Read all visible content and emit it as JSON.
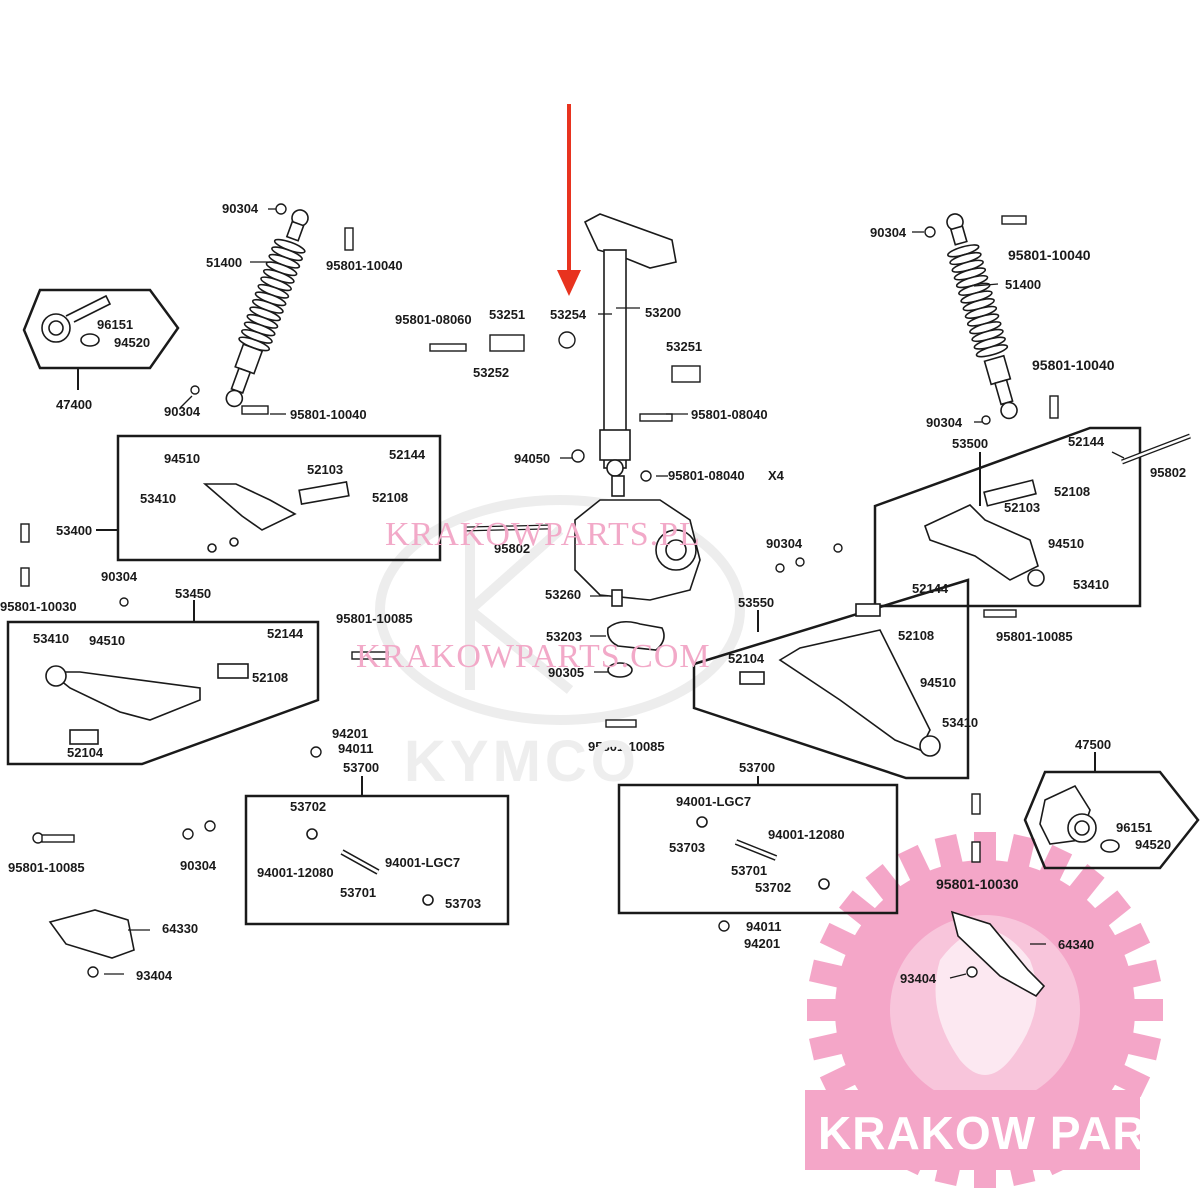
{
  "watermarks": {
    "site_upper": "KRAKOWPARTS.PL",
    "site_lower": "KRAKOWPARTS.COM",
    "maker": "KYMCO",
    "brand": "KRAKOW PARTS"
  },
  "colors": {
    "line": "#1a1a1a",
    "arrow": "#e8331f",
    "watermark_pink": "#f4a6c8",
    "watermark_grey": "#ececec"
  },
  "labels": {
    "l90304_a": "90304",
    "l51400_a": "51400",
    "l95801_10040_a": "95801-10040",
    "l96151_a": "96151",
    "l94520_a": "94520",
    "l47400": "47400",
    "l90304_b": "90304",
    "l95801_10040_b": "95801-10040",
    "l95801_08060": "95801-08060",
    "l53251_a": "53251",
    "l53254": "53254",
    "l53200": "53200",
    "l53252": "53252",
    "l53251_b": "53251",
    "l95801_08040_a": "95801-08040",
    "l94050": "94050",
    "l95801_08040_b": "95801-08040",
    "lx4": "X4",
    "l90304_c": "90304",
    "l95802_a": "95802",
    "l53260": "53260",
    "l53203": "53203",
    "l90305": "90305",
    "l90304_r": "90304",
    "l95801_10040_r": "95801-10040",
    "l51400_r": "51400",
    "l95801_10040_r2": "95801-10040",
    "l90304_r2": "90304",
    "l53500": "53500",
    "l52144_r": "52144",
    "l95802_r": "95802",
    "l52108_r": "52108",
    "l52103_r": "52103",
    "l94510_r": "94510",
    "l53410_r": "53410",
    "l94510_a": "94510",
    "l52103_a": "52103",
    "l52144_a": "52144",
    "l53410_a": "53410",
    "l52108_a": "52108",
    "l53400": "53400",
    "l90304_d": "90304",
    "l95801_10030_a": "95801-10030",
    "l53450": "53450",
    "l53410_b": "53410",
    "l94510_b": "94510",
    "l52144_b": "52144",
    "l52108_b": "52108",
    "l52104_b": "52104",
    "l95801_10085_a": "95801-10085",
    "l53550": "53550",
    "l52144_c": "52144",
    "l52108_c": "52108",
    "l52104_c": "52104",
    "l94510_c": "94510",
    "l53410_c": "53410",
    "l95801_10085_b": "95801-10085",
    "l95801_10085_c": "95801-10085",
    "l94201_a": "94201",
    "l94011_a": "94011",
    "l53700_a": "53700",
    "l53702_a": "53702",
    "l94001_12080_a": "94001-12080",
    "l94001_lgc7_a": "94001-LGC7",
    "l53701_a": "53701",
    "l53703_a": "53703",
    "l95801_10085_d": "95801-10085",
    "l90304_e": "90304",
    "l64330": "64330",
    "l93404_a": "93404",
    "l53700_b": "53700",
    "l94001_lgc7_b": "94001-LGC7",
    "l53703_b": "53703",
    "l94001_12080_b": "94001-12080",
    "l53701_b": "53701",
    "l53702_b": "53702",
    "l94011_b": "94011",
    "l94201_b": "94201",
    "l47500": "47500",
    "l96151_b": "96151",
    "l94520_b": "94520",
    "l95801_10030_b": "95801-10030",
    "l64340": "64340",
    "l93404_b": "93404"
  }
}
